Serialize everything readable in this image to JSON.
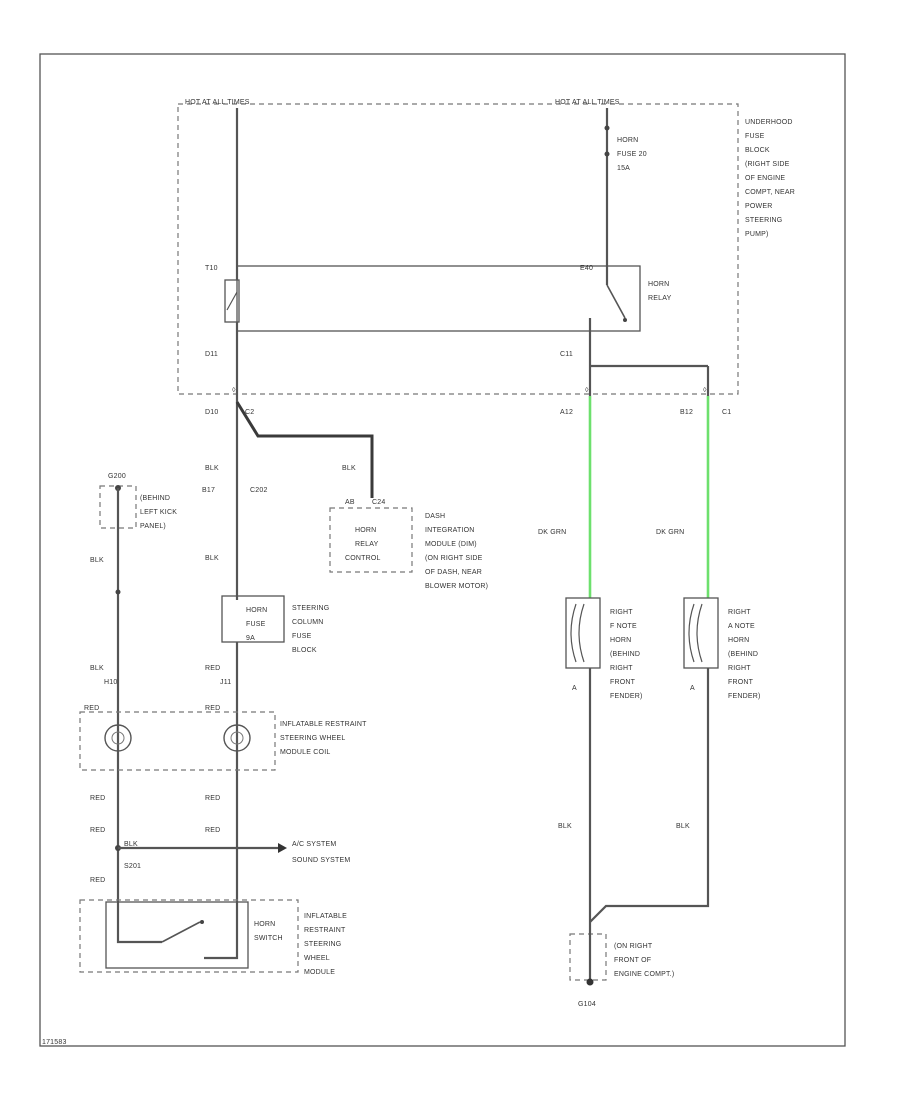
{
  "diagram": {
    "title": "Horn Circuit",
    "colors": {
      "wire": "#555555",
      "wire_dark_green": "#6de06d",
      "border": "#555555"
    },
    "labels": {
      "hot_left": "HOT AT ALL TIMES",
      "hot_right": "HOT AT ALL TIMES",
      "underhood": [
        "UNDERHOOD",
        "FUSE",
        "BLOCK",
        "(RIGHT SIDE",
        "OF ENGINE",
        "COMPT, NEAR",
        "POWER",
        "STEERING",
        "PUMP)"
      ],
      "horn_fuse": [
        "HORN",
        "FUSE 20",
        "15A"
      ],
      "horn_relay": [
        "HORN",
        "RELAY"
      ],
      "pin_t10": "T10",
      "pin_e40": "E40",
      "pin_d11": "D11",
      "pin_d10": "D10",
      "pin_c11": "C11",
      "pin_c2": "C2",
      "pin_a12": "A12",
      "pin_b12": "B12",
      "pin_c1": "C1",
      "blk1": "BLK",
      "b17": "B17",
      "c202": "C202",
      "blk2": "BLK",
      "blk3": "BLK",
      "ab": "AB",
      "c24": "C24",
      "g200": "G200",
      "g200_loc": [
        "(BEHIND",
        "LEFT KICK",
        "PANEL)"
      ],
      "horn_relay_control": [
        "HORN",
        "RELAY",
        "CONTROL"
      ],
      "dash_module": [
        "DASH",
        "INTEGRATION",
        "MODULE (DIM)",
        "(ON RIGHT SIDE",
        "OF DASH, NEAR",
        "BLOWER MOTOR)"
      ],
      "blk_left": "BLK",
      "steering_fuse": [
        "HORN",
        "FUSE",
        "9A"
      ],
      "steering_col": [
        "STEERING",
        "COLUMN",
        "FUSE",
        "BLOCK"
      ],
      "dk_grn_l": "DK GRN",
      "dk_grn_r": "DK GRN",
      "right_horn": [
        "RIGHT",
        "F NOTE",
        "HORN",
        "(BEHIND",
        "RIGHT",
        "FRONT",
        "FENDER)"
      ],
      "right_a_horn": [
        "RIGHT",
        "A NOTE",
        "HORN",
        "(BEHIND",
        "RIGHT",
        "FRONT",
        "FENDER)"
      ],
      "pin_a_l": "A",
      "pin_a_r": "A",
      "blk4": "BLK",
      "h10": "H10",
      "red1": "RED",
      "j11": "J11",
      "red_l1": "RED",
      "red_r1": "RED",
      "coil": [
        "INFLATABLE RESTRAINT",
        "STEERING WHEEL",
        "MODULE COIL"
      ],
      "red_l2": "RED",
      "red_r2": "RED",
      "red_l3": "RED",
      "red_r3": "RED",
      "blk_s": "BLK",
      "s201": "S201",
      "ac_system": "A/C SYSTEM",
      "sound_system": "SOUND SYSTEM",
      "red_l4": "RED",
      "horn_switch": [
        "HORN",
        "SWITCH"
      ],
      "ir_module": [
        "INFLATABLE",
        "RESTRAINT",
        "STEERING",
        "WHEEL",
        "MODULE"
      ],
      "blk_rl": "BLK",
      "blk_rr": "BLK",
      "g104": "G104",
      "g104_loc": [
        "(ON RIGHT",
        "FRONT OF",
        "ENGINE COMPT.)"
      ],
      "footer": "171583"
    }
  }
}
